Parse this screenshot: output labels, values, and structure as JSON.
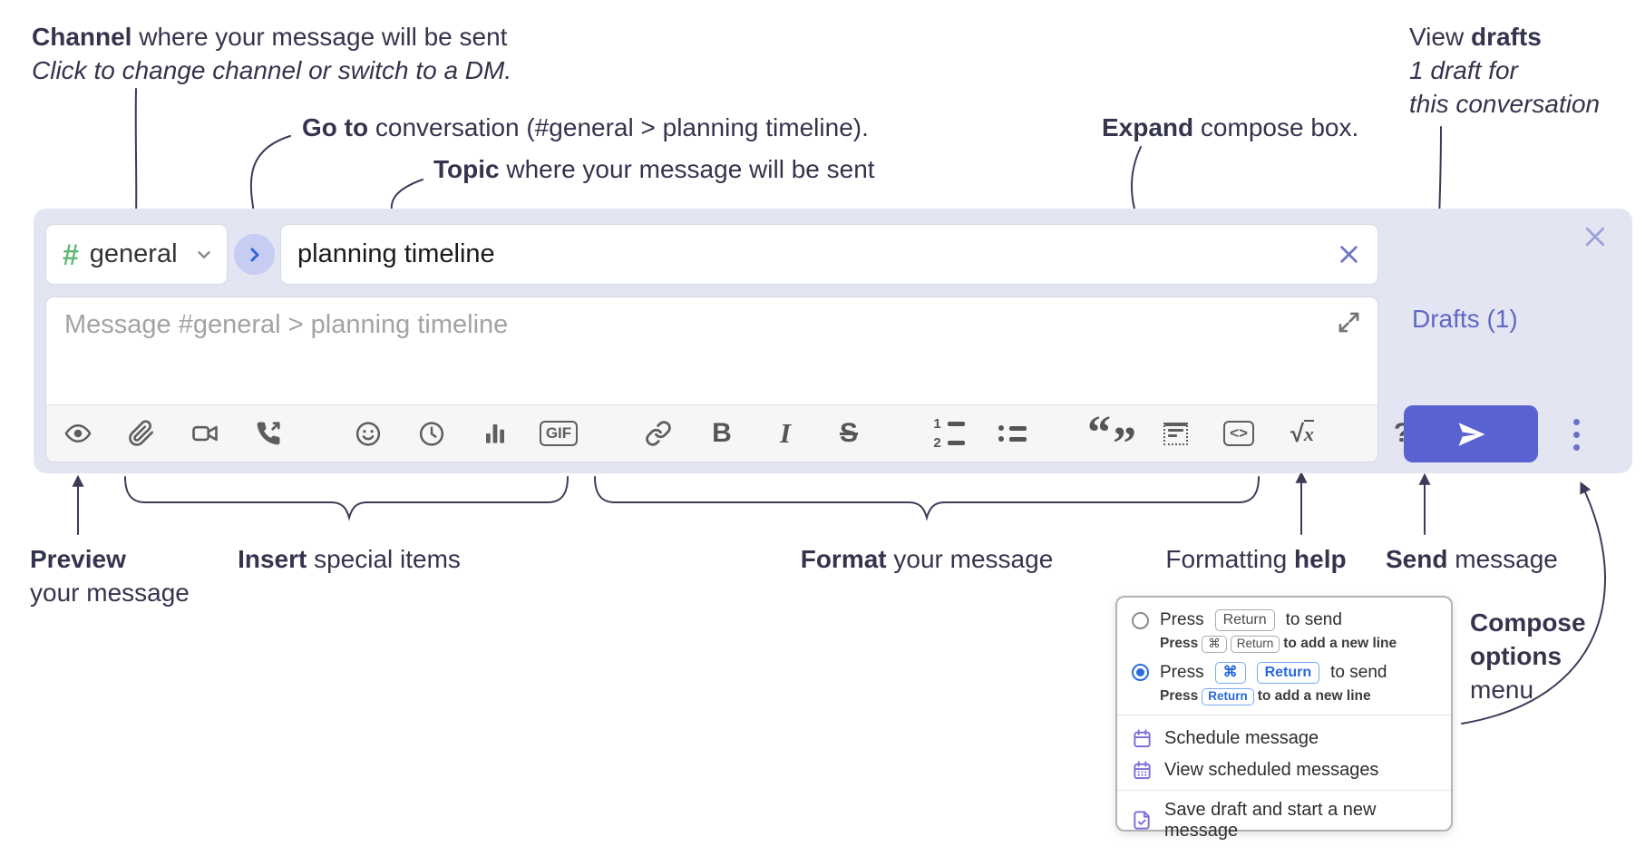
{
  "colors": {
    "compose_bg": "#e3e5f3",
    "accent_send": "#5a62d2",
    "drafts_link": "#5f68c4",
    "channel_hash_green": "#5fba77",
    "goto_chevron_blue": "#2e66d9",
    "annotation_ink": "#35344e",
    "radio_selected_blue": "#2b6ce0",
    "menu_icon_purple": "#7d6bd9"
  },
  "annotations": {
    "channel": {
      "bold": "Channel",
      "rest": " where your message will be sent",
      "sub": "Click to change channel or switch to a DM."
    },
    "goto": {
      "bold": "Go to",
      "rest": " conversation (#general > planning timeline)."
    },
    "topic": {
      "bold": "Topic",
      "rest": " where your message will be sent"
    },
    "expand": {
      "bold": "Expand",
      "rest": " compose box."
    },
    "drafts": {
      "pre": "View ",
      "bold": "drafts",
      "line2": "1 draft for",
      "line3": "this conversation"
    },
    "preview": {
      "bold": "Preview",
      "line2": "your message"
    },
    "insert": {
      "bold": "Insert",
      "rest": " special items"
    },
    "format": {
      "bold": "Format",
      "rest": " your message"
    },
    "help": {
      "pre": "Formatting ",
      "bold": "help"
    },
    "send": {
      "bold": "Send",
      "rest": " message"
    },
    "compose_options": {
      "bold1": "Compose",
      "bold2": "options",
      "line3": "menu"
    }
  },
  "compose": {
    "channel": {
      "hash": "#",
      "name": "general"
    },
    "topic_value": "planning timeline",
    "message_placeholder": "Message #general > planning timeline",
    "drafts_label": "Drafts (1)",
    "toolbar": {
      "icons": [
        "preview",
        "attach",
        "video-call",
        "audio-call",
        "divider",
        "emoji",
        "time",
        "poll",
        "gif",
        "divider",
        "link",
        "bold",
        "italic",
        "strikethrough",
        "divider",
        "numbered-list",
        "bulleted-list",
        "divider",
        "quote",
        "spoiler",
        "code",
        "math",
        "divider",
        "help"
      ],
      "glyphs": {
        "gif": "GIF",
        "bold": "B",
        "italic": "I",
        "strike": "S",
        "num1": "1",
        "num2": "2",
        "code": "<>",
        "sqrt": "√",
        "x": "x",
        "help": "?",
        "quote_open": "“",
        "quote_close": "”"
      }
    }
  },
  "menu": {
    "option1": {
      "prefix": "Press",
      "kbd": "Return",
      "suffix": "to send",
      "sub": {
        "prefix": "Press",
        "kbd1": "⌘",
        "kbd2": "Return",
        "suffix": "to add a new line"
      }
    },
    "option2": {
      "prefix": "Press",
      "kbd1": "⌘",
      "kbd2": "Return",
      "suffix": "to send",
      "sub": {
        "prefix": "Press",
        "kbd": "Return",
        "suffix": "to add a new line"
      }
    },
    "items": [
      {
        "icon": "calendar-icon",
        "label": "Schedule message"
      },
      {
        "icon": "calendar-grid-icon",
        "label": "View scheduled messages"
      },
      {
        "icon": "save-draft-icon",
        "label": "Save draft and start a new message"
      }
    ]
  }
}
